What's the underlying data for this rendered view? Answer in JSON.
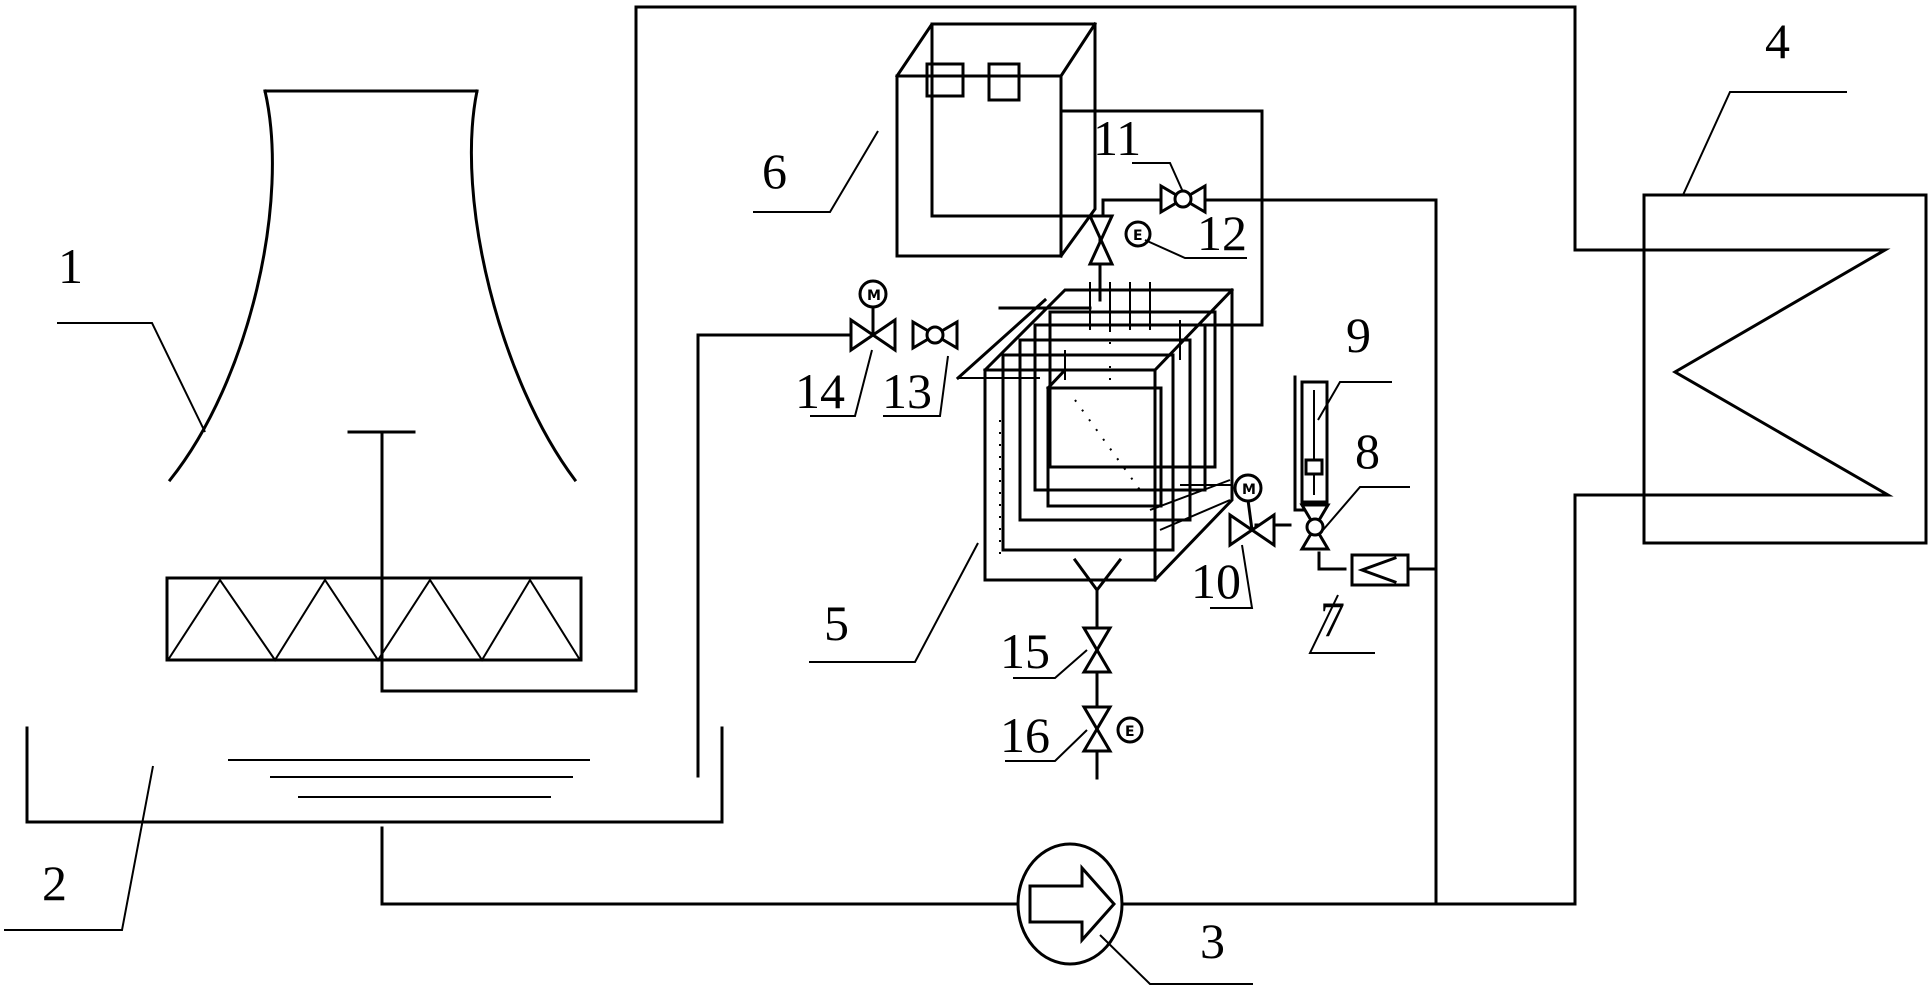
{
  "labels": {
    "cooling_tower": "1",
    "water_basin": "2",
    "circulating_pump": "3",
    "heat_exchanger": "4",
    "test_tank": "5",
    "control_cabinet": "6",
    "filter": "7",
    "valve_8": "8",
    "flowmeter": "9",
    "valve_10": "10",
    "valve_11": "11",
    "valve_12": "12",
    "valve_13": "13",
    "valve_14": "14",
    "valve_15": "15",
    "valve_16": "16"
  },
  "valve_markers": {
    "motorized": "M",
    "solenoid": "E"
  }
}
